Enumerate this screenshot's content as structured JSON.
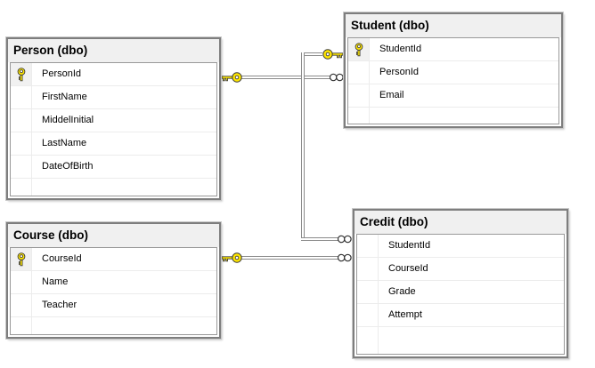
{
  "diagram": {
    "tables": [
      {
        "id": "person",
        "title": "Person (dbo)",
        "columns": [
          {
            "name": "PersonId",
            "pk": true
          },
          {
            "name": "FirstName",
            "pk": false
          },
          {
            "name": "MiddelInitial",
            "pk": false
          },
          {
            "name": "LastName",
            "pk": false
          },
          {
            "name": "DateOfBirth",
            "pk": false
          }
        ]
      },
      {
        "id": "student",
        "title": "Student (dbo)",
        "columns": [
          {
            "name": "StudentId",
            "pk": true
          },
          {
            "name": "PersonId",
            "pk": false
          },
          {
            "name": "Email",
            "pk": false
          }
        ]
      },
      {
        "id": "course",
        "title": "Course (dbo)",
        "columns": [
          {
            "name": "CourseId",
            "pk": true
          },
          {
            "name": "Name",
            "pk": false
          },
          {
            "name": "Teacher",
            "pk": false
          }
        ]
      },
      {
        "id": "credit",
        "title": "Credit (dbo)",
        "columns": [
          {
            "name": "StudentId",
            "pk": false
          },
          {
            "name": "CourseId",
            "pk": false
          },
          {
            "name": "Grade",
            "pk": false
          },
          {
            "name": "Attempt",
            "pk": false
          }
        ]
      }
    ],
    "relationships": [
      {
        "pk_table": "Person",
        "fk_table": "Student",
        "pk_end_symbol": "key",
        "fk_end_symbol": "many"
      },
      {
        "pk_table": "Student",
        "fk_table": "Credit",
        "pk_end_symbol": "key",
        "fk_end_symbol": "many"
      },
      {
        "pk_table": "Course",
        "fk_table": "Credit",
        "pk_end_symbol": "key",
        "fk_end_symbol": "many"
      }
    ],
    "colors": {
      "key_color": "#ffe600",
      "header_bg": "#f0f0f0",
      "border_gray": "#7e7e7e",
      "line_gray": "#8b8b8b"
    }
  }
}
